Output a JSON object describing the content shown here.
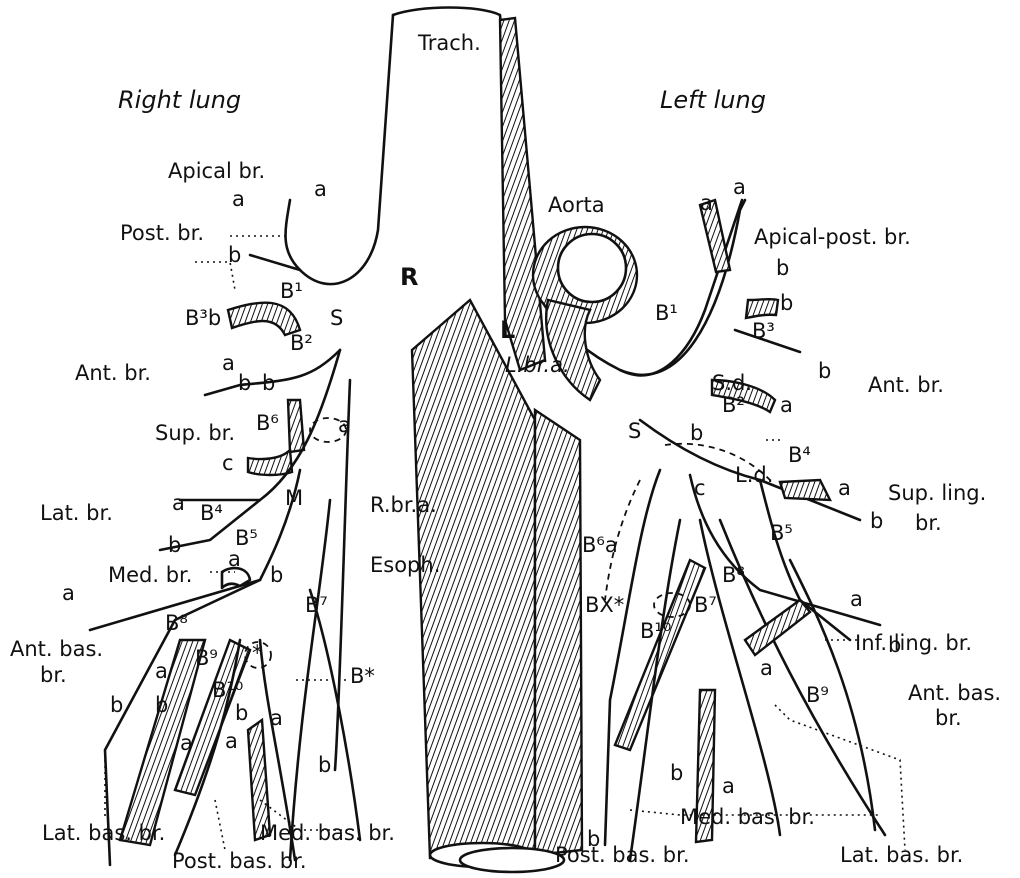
{
  "labels": {
    "trachea": "Trach.",
    "right_lung": "Right lung",
    "left_lung": "Left lung",
    "aorta": "Aorta",
    "right_main": "R",
    "left_main": "L",
    "esophagus": "Esoph.",
    "left_bronchial_artery": "L.br.a.",
    "right_bronchial_artery": "R.br.a.",
    "right": {
      "apical_br": "Apical br.",
      "post_br": "Post. br.",
      "b1": "B¹",
      "b3b": "B³b",
      "s": "S",
      "b2": "B²",
      "ant_br": "Ant. br.",
      "b6": "B⁶",
      "sup_br": "Sup. br.",
      "m": "M",
      "lat_br": "Lat. br.",
      "b4": "B⁴",
      "b5": "B⁵",
      "med_br": "Med. br.",
      "b7": "B⁷",
      "b8": "B⁸",
      "b9": "B⁹",
      "b10": "B¹⁰",
      "b_star": "B*",
      "star": "*",
      "ant_bas_br_1": "Ant. bas.",
      "ant_bas_br_2": "br.",
      "lat_bas_br": "Lat. bas. br.",
      "post_bas_br": "Post. bas. br.",
      "med_bas_br": "Med. bas. br."
    },
    "left": {
      "apical_post_br": "Apical-post. br.",
      "b1": "B¹",
      "b3": "B³",
      "s_d": "S.d.",
      "b2": "B²",
      "ant_br": "Ant. br.",
      "s": "S",
      "l_d": "L.d.",
      "b4": "B⁴",
      "sup_ling_br_1": "Sup. ling.",
      "sup_ling_br_2": "br.",
      "b5": "B⁵",
      "b6a": "B⁶a",
      "c": "c",
      "b8": "B⁸",
      "bx_star": "BX*",
      "b7": "B⁷",
      "b10": "B¹⁰",
      "inf_ling_br": "Inf. ling. br.",
      "b9": "B⁹",
      "ant_bas_br_1": "Ant. bas.",
      "ant_bas_br_2": "br.",
      "med_bas_br": "Med. bas. br.",
      "post_bas_br": "Post. bas. br.",
      "lat_bas_br": "Lat. bas. br."
    },
    "letters": {
      "a": "a",
      "b": "b",
      "c": "c"
    }
  }
}
